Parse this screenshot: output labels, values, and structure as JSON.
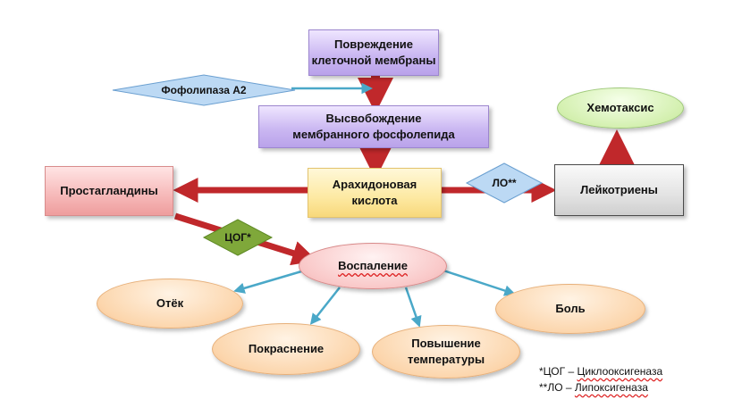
{
  "nodes": {
    "membrane_damage": "Повреждение клеточной мембраны",
    "membrane_damage_l1": "Повреждение",
    "membrane_damage_l2": "клеточной мембраны",
    "phospholipase": "Фофолипаза А2",
    "release_l1": "Высвобождение",
    "release_l2": "мембранного фосфолепида",
    "arachidonic": "Арахидоновая кислота",
    "prostaglandins": "Простагландины",
    "cox": "ЦОГ*",
    "lo": "ЛО**",
    "leukotrienes": "Лейкотриены",
    "chemotaxis": "Хемотаксис",
    "inflammation": "Воспаление",
    "edema": "Отёк",
    "redness": "Покраснение",
    "fever_l1": "Повышение",
    "fever_l2": "температуры",
    "pain": "Боль"
  },
  "footnotes": {
    "cox_mark": "*ЦОГ",
    "cox_dash": " – ",
    "cox_full": "Циклооксигеназа",
    "lo_mark": "**ЛО",
    "lo_dash": " – ",
    "lo_full": "Липоксигеназа"
  },
  "colors": {
    "main_arrow": "#c0282b",
    "branch_arrow": "#4aa8c8",
    "cox_diamond": "#7fa83a",
    "phospholipase_diamond": "#bcd9f4",
    "lo_diamond": "#bcd9f4"
  }
}
